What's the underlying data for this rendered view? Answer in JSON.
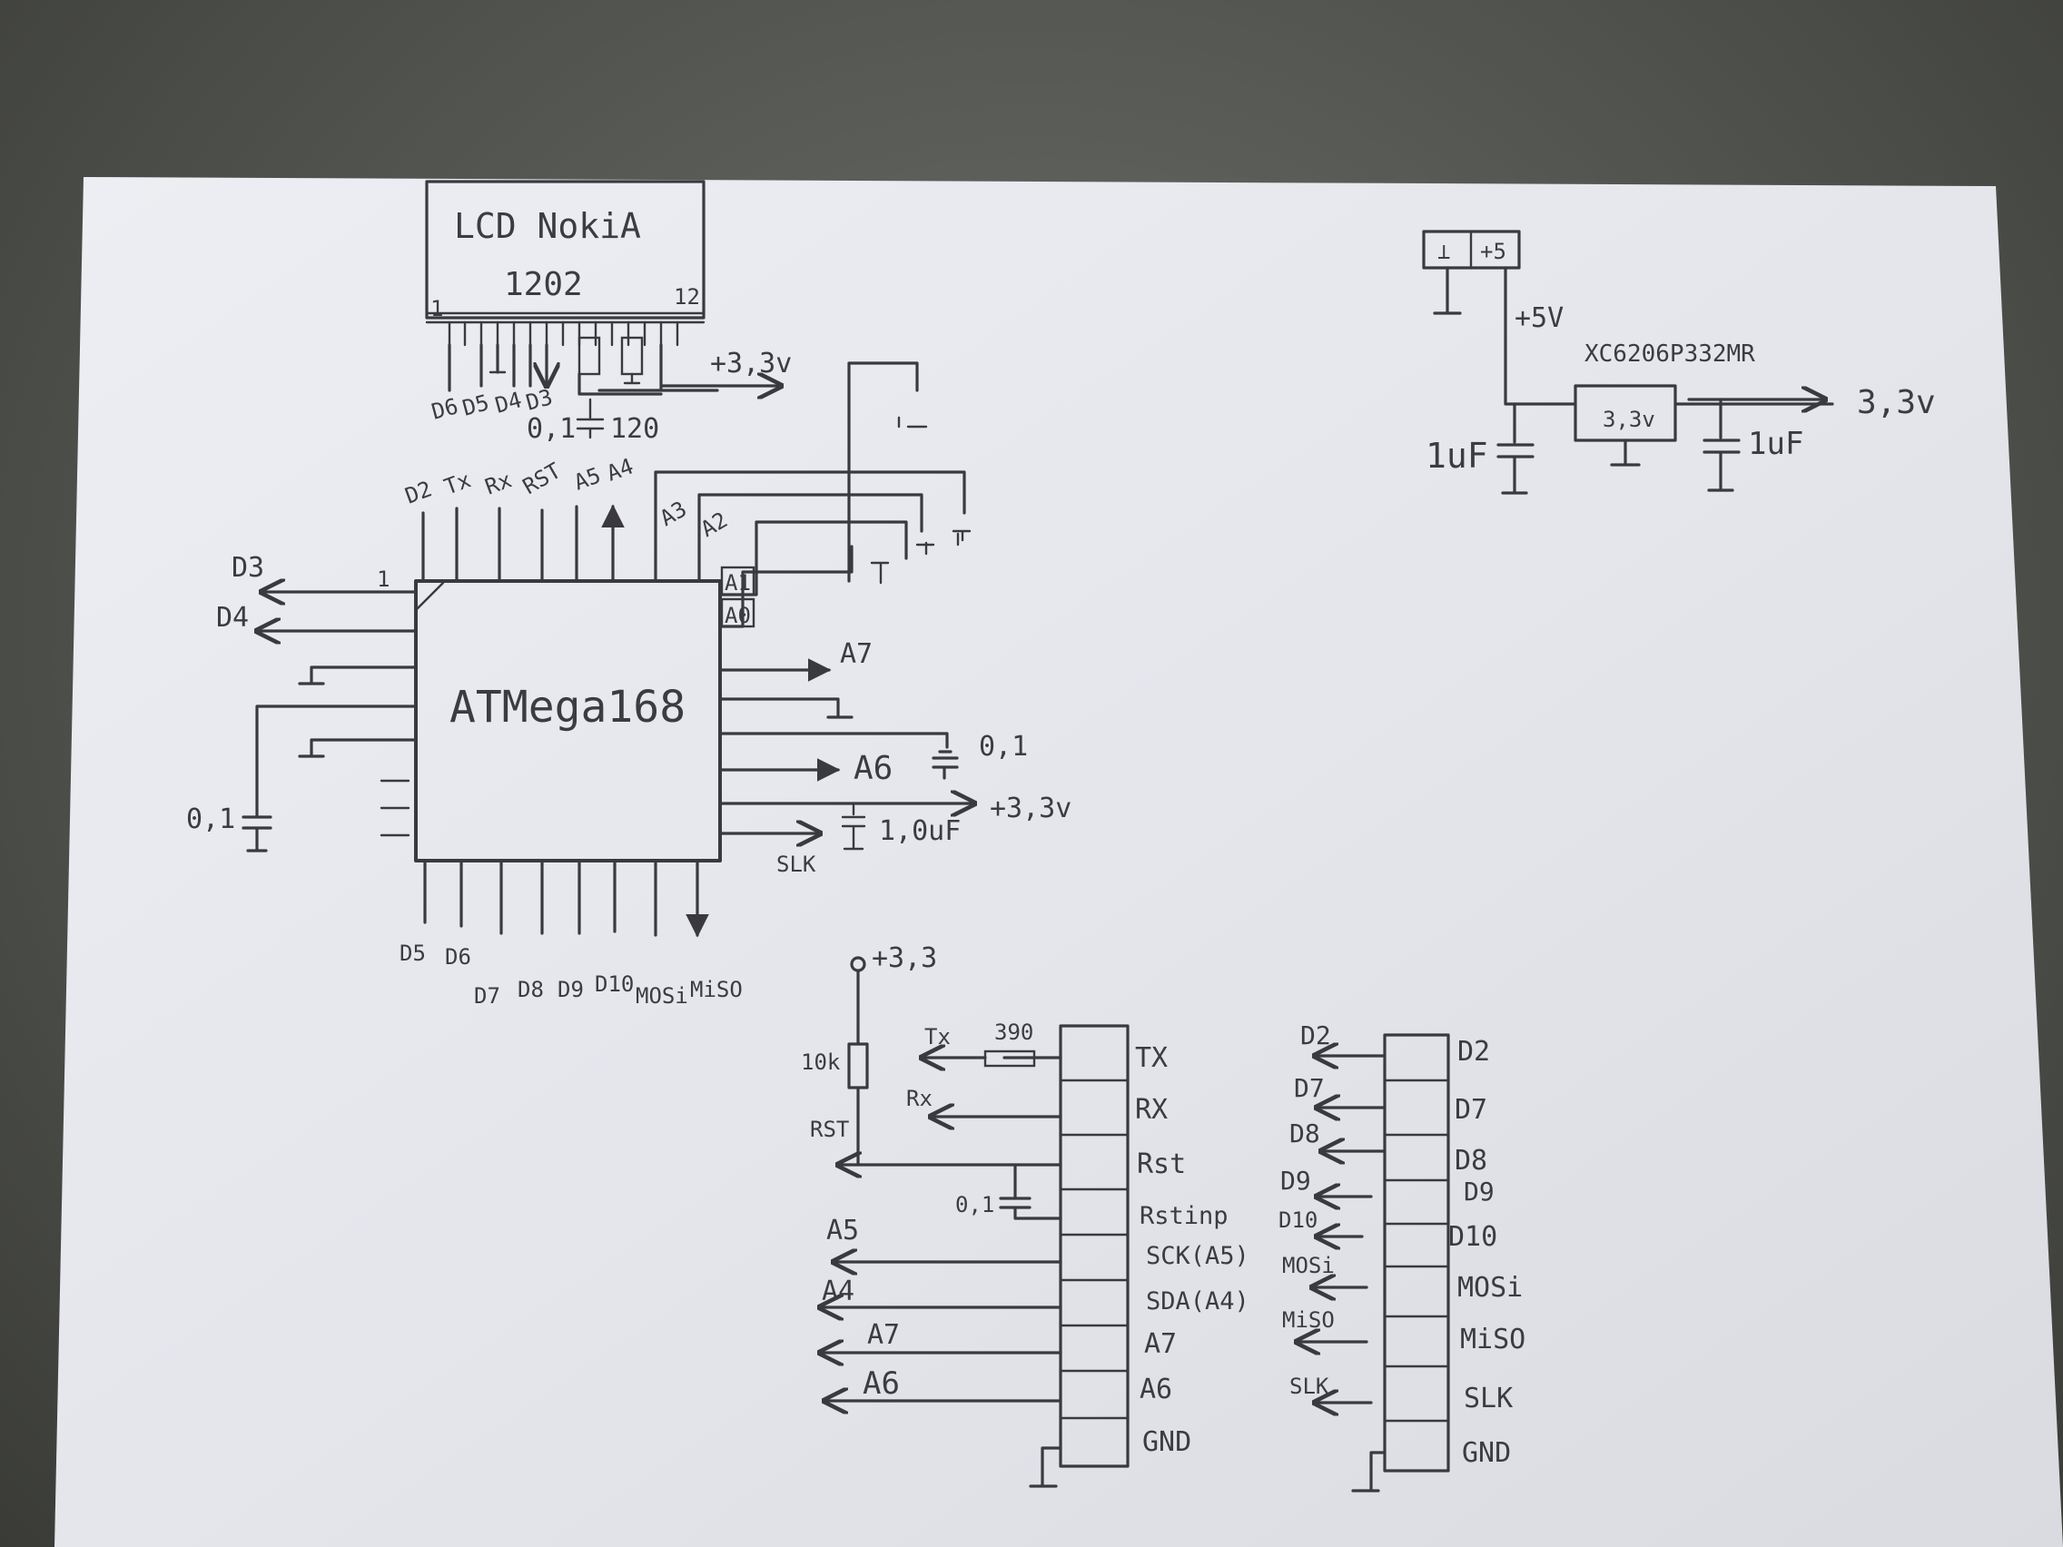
{
  "lcd": {
    "title_line1": "LCD NokiA",
    "title_line2": "1202",
    "pin_first": "1",
    "pin_last": "12",
    "pins_labels": [
      "D6",
      "D5",
      "D4",
      "D3"
    ],
    "cap_label": "0,1",
    "res_label": "120",
    "supply_label": "+3,3v"
  },
  "mcu": {
    "name": "ATMega168",
    "pin1_label": "1",
    "top_labels": [
      "D2",
      "Tx",
      "Rx",
      "RST",
      "A5",
      "A4"
    ],
    "top_right_labels": [
      "A3",
      "A2",
      "A1",
      "A0"
    ],
    "left_labels": [
      "D3",
      "D4"
    ],
    "left_cap": "0,1",
    "right_labels": [
      "A7",
      "A6",
      "SLK"
    ],
    "right_cap1": "0,1",
    "right_cap2": "1,0uF",
    "right_supply": "+3,3v",
    "bottom_labels": [
      "D5",
      "D6",
      "D7",
      "D8",
      "D9",
      "D10",
      "MOSi",
      "MiSO"
    ]
  },
  "regulator": {
    "conn_gnd": "⊥",
    "conn_plus": "+5",
    "in_label": "+5V",
    "part": "XC6206P332MR",
    "body_label": "3,3v",
    "out_label": "3,3v",
    "cap_in": "1uF",
    "cap_out": "1uF"
  },
  "header1": {
    "supply": "+3,3",
    "resistor": "10k",
    "tx_res": "390",
    "left_labels": [
      "Tx",
      "Rx",
      "RST",
      "0,1",
      "A5",
      "A4",
      "A7",
      "A6"
    ],
    "pins": [
      "TX",
      "RX",
      "Rst",
      "Rstinp",
      "SCK(A5)",
      "SDA(A4)",
      "A7",
      "A6",
      "GND"
    ]
  },
  "header2": {
    "left_labels": [
      "D2",
      "D7",
      "D8",
      "D9",
      "D10",
      "MOSi",
      "MiSO",
      "SLK"
    ],
    "pins": [
      "D2",
      "D7",
      "D8",
      "D9",
      "D10",
      "MOSi",
      "MiSO",
      "SLK",
      "GND"
    ]
  }
}
